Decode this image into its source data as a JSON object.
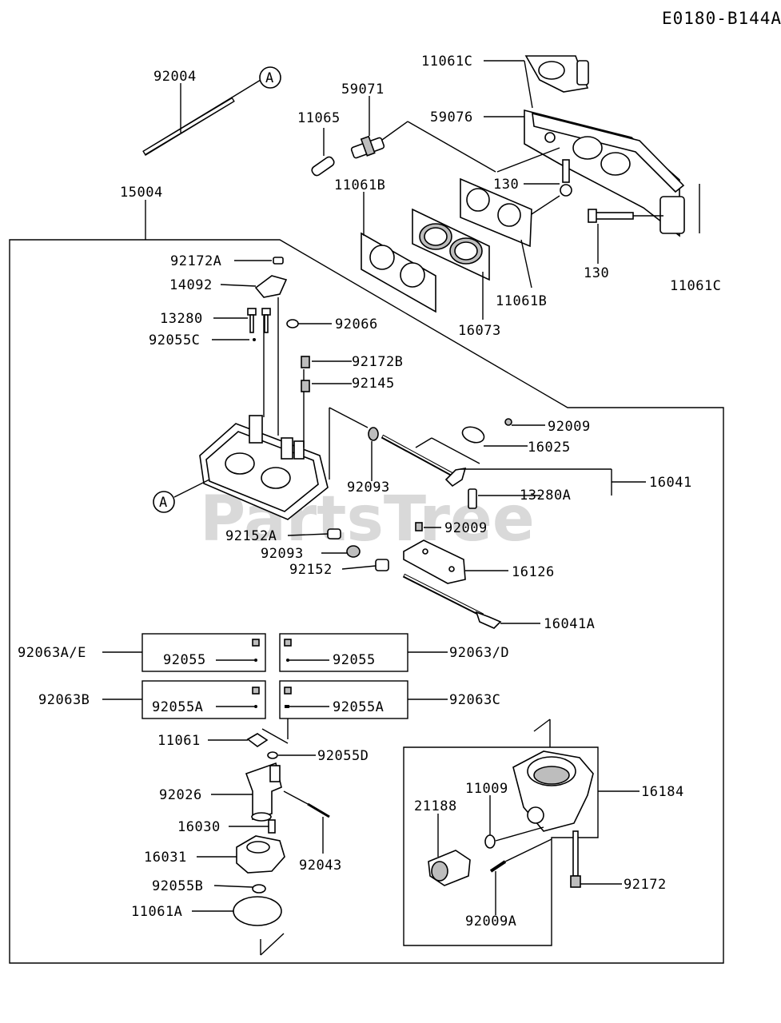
{
  "diagram_code": "E0180-B144A",
  "watermark": "PartsTree",
  "callout_a": "A",
  "labels": {
    "p92004": "92004",
    "p15004": "15004",
    "p11061C_top": "11061C",
    "p59071": "59071",
    "p11065": "11065",
    "p59076": "59076",
    "p130_a": "130",
    "p11061B_a": "11061B",
    "p130_b": "130",
    "p11061C_right": "11061C",
    "p11061B_b": "11061B",
    "p16073": "16073",
    "p92172A": "92172A",
    "p14092": "14092",
    "p13280": "13280",
    "p92066": "92066",
    "p92055C": "92055C",
    "p92172B": "92172B",
    "p92145": "92145",
    "p92009_a": "92009",
    "p16025": "16025",
    "p92093_a": "92093",
    "p16041": "16041",
    "p13280A": "13280A",
    "p92009_b": "92009",
    "p92152A": "92152A",
    "p92093_b": "92093",
    "p16126": "16126",
    "p92152": "92152",
    "p16041A": "16041A",
    "p92063AE": "92063A/E",
    "p92055_l": "92055",
    "p92055_r": "92055",
    "p92063D": "92063/D",
    "p92063B": "92063B",
    "p92055A_l": "92055A",
    "p92055A_r": "92055A",
    "p92063C": "92063C",
    "p11061": "11061",
    "p92055D": "92055D",
    "p92026": "92026",
    "p16030": "16030",
    "p16031": "16031",
    "p92043": "92043",
    "p92055B": "92055B",
    "p11061A": "11061A",
    "p11009": "11009",
    "p21188": "21188",
    "p16184": "16184",
    "p92172": "92172",
    "p92009A": "92009A"
  }
}
